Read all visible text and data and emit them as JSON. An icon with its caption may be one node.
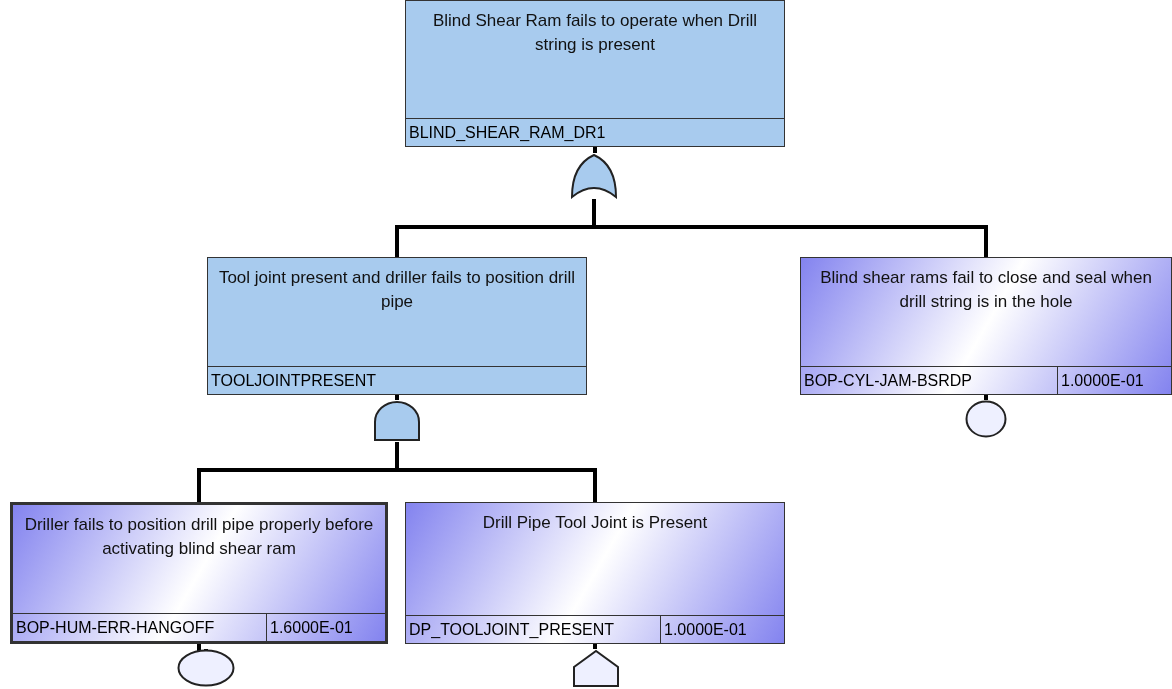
{
  "diagram": {
    "nodes": [
      {
        "text": [
          "Blind Shear Ram fails to operate when Drill string is present",
          "BLIND_SHEAR_RAM_DR1"
        ]
      },
      {
        "text": [],
        "shape": "or-gate"
      },
      {
        "text": [
          "Tool joint present and driller fails to position drill pipe",
          "TOOLJOINTPRESENT"
        ]
      },
      {
        "text": [],
        "shape": "and-gate"
      },
      {
        "text": [
          "Blind shear rams fail to close and seal when drill string is in the hole",
          "BOP-CYL-JAM-BSRDP",
          "1.0000E-01"
        ]
      },
      {
        "text": [],
        "shape": "circle"
      },
      {
        "text": [
          "Driller fails to position drill pipe properly before activating blind shear ram",
          "BOP-HUM-ERR-HANGOFF",
          "1.6000E-01"
        ]
      },
      {
        "text": [],
        "shape": "circle"
      },
      {
        "text": [
          "Drill Pipe Tool Joint is Present",
          "DP_TOOLJOINT_PRESENT",
          "1.0000E-01"
        ]
      },
      {
        "text": [],
        "shape": "house"
      }
    ],
    "edges": [
      {
        "from": 0,
        "to": 1,
        "arrow": "none"
      },
      {
        "from": 1,
        "to": 2,
        "arrow": "none"
      },
      {
        "from": 1,
        "to": 4,
        "arrow": "none"
      },
      {
        "from": 2,
        "to": 3,
        "arrow": "none"
      },
      {
        "from": 3,
        "to": 6,
        "arrow": "none"
      },
      {
        "from": 3,
        "to": 8,
        "arrow": "none"
      },
      {
        "from": 4,
        "to": 5,
        "arrow": "none"
      },
      {
        "from": 6,
        "to": 7,
        "arrow": "none"
      },
      {
        "from": 8,
        "to": 9,
        "arrow": "none"
      }
    ]
  }
}
